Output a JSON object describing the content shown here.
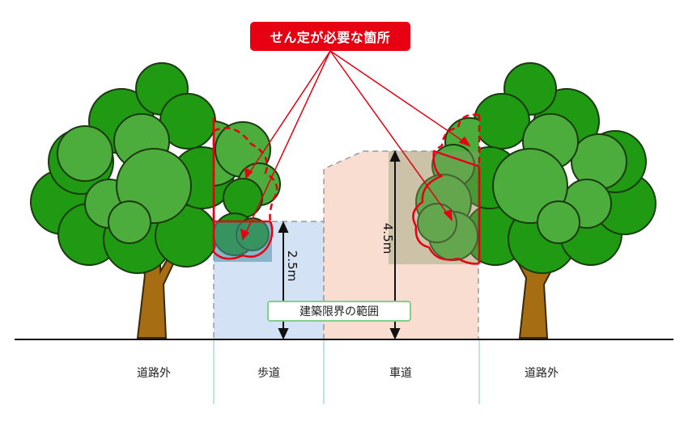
{
  "callout": {
    "text": "せん定が必要な箇所"
  },
  "clearance_label": "建築限界の範囲",
  "dimensions": {
    "sidewalk_height": "2.5m",
    "roadway_height": "4.5m"
  },
  "zones": [
    {
      "label": "道路外"
    },
    {
      "label": "歩道"
    },
    {
      "label": "車道"
    },
    {
      "label": "道路外"
    }
  ],
  "colors": {
    "callout": "#e60012",
    "sidewalk_area": "#d3e3f5",
    "roadway_area": "#f9ddd1",
    "foliage_dark": "#1f9a12",
    "foliage_light": "#4cad3c",
    "trunk": "#a66d12",
    "prune_highlight": "#e60012"
  }
}
